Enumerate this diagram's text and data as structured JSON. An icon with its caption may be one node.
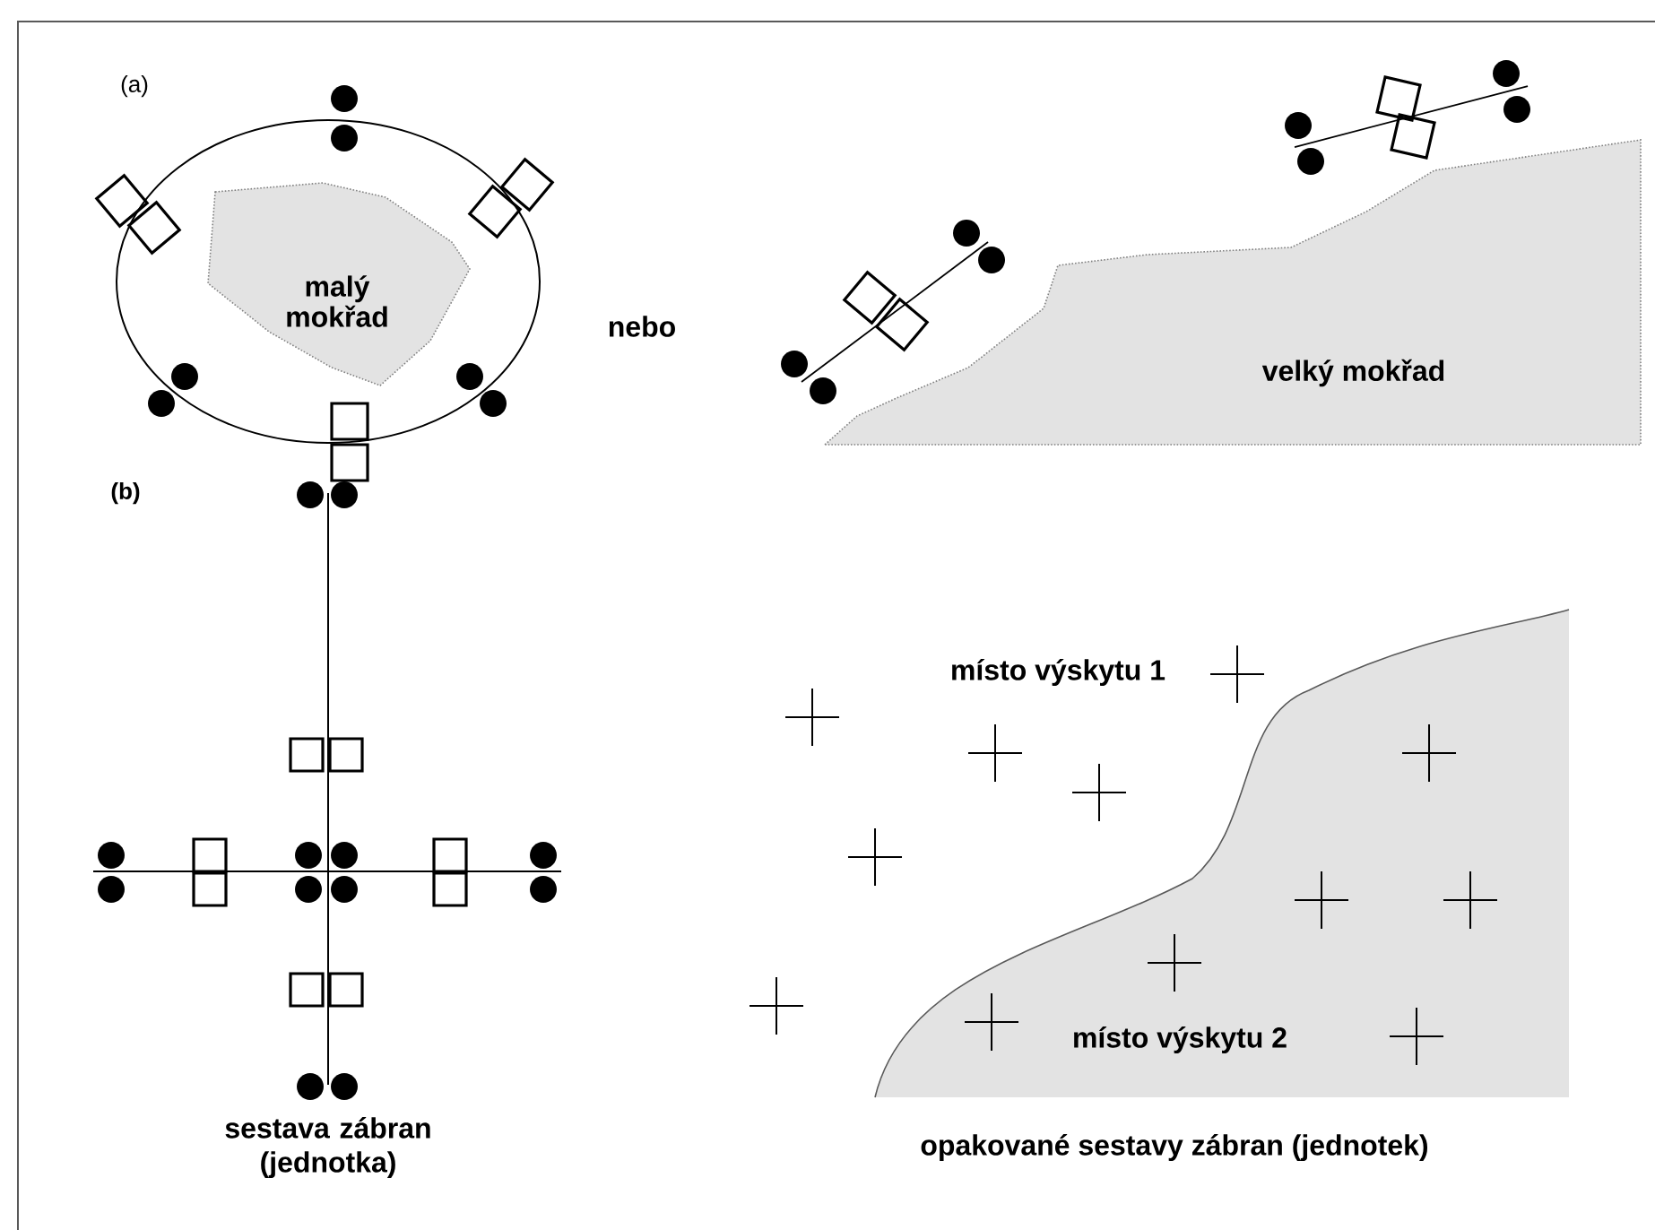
{
  "diagram": {
    "nodes": [
      {
        "text": [
          "malý mokřad"
        ]
      },
      {
        "text": [
          "velký mokřad"
        ]
      }
    ],
    "labels": [
      "(a)",
      "nebo",
      "(b)",
      "místo výskytu 1",
      "místo výskytu 2",
      "sestava zábran (jednotka)",
      "opakované sestavy zábran (jednotek)"
    ]
  }
}
